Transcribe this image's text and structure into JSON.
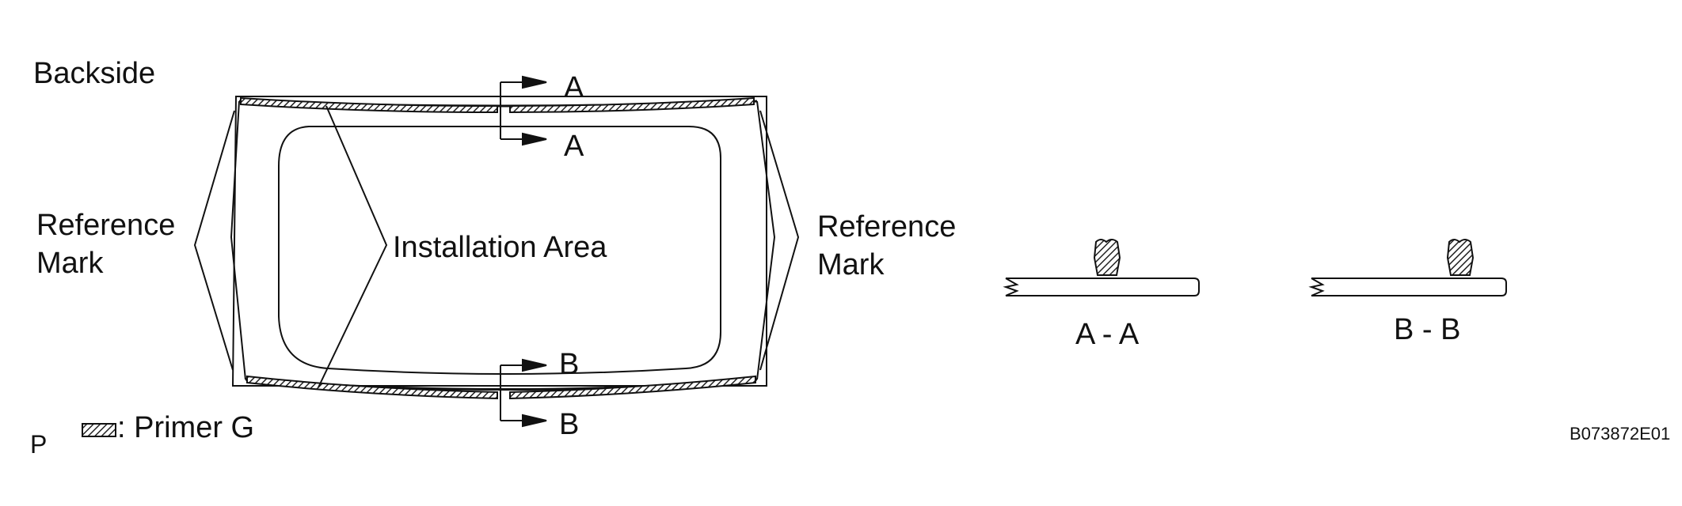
{
  "labels": {
    "backside": "Backside",
    "reference_mark_left_line1": "Reference",
    "reference_mark_left_line2": "Mark",
    "installation_area": "Installation Area",
    "reference_mark_right_line1": "Reference",
    "reference_mark_right_line2": "Mark",
    "arrow_a_top": "A",
    "arrow_a_bottom": "A",
    "arrow_b_top": "B",
    "arrow_b_bottom": "B",
    "section_a": "A - A",
    "section_b": "B - B",
    "legend_text": ": Primer G",
    "corner_p": "P",
    "drawing_id": "B073872E01"
  },
  "colors": {
    "line": "#111111",
    "hatch": "#222222",
    "background": "#ffffff"
  }
}
